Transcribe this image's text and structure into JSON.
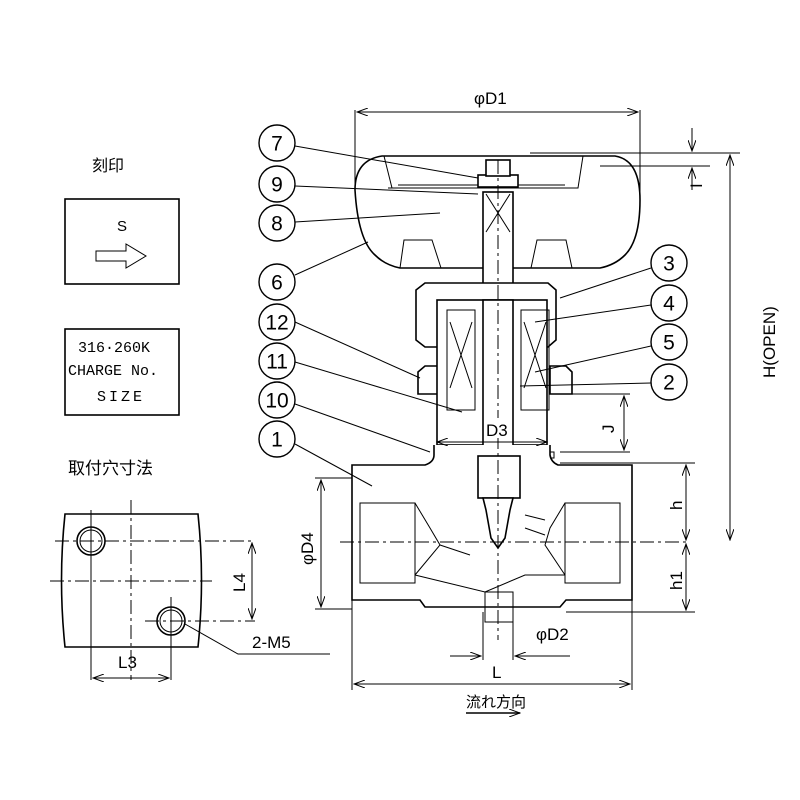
{
  "marking": {
    "title": "刻印",
    "flow_letter": "S",
    "plate_lines": [
      "316·260K",
      "CHARGE No.",
      "SIZE"
    ]
  },
  "mounting": {
    "title": "取付穴寸法",
    "dim_l4": "L4",
    "dim_l3": "L3",
    "hole_callout": "2-M5"
  },
  "dimensions": {
    "d1": "φD1",
    "h_open": "H(OPEN)",
    "top_small": "I",
    "j": "J",
    "h": "h",
    "h1": "h1",
    "d4": "φD4",
    "d3": "D3",
    "d2": "φD2",
    "l": "L",
    "flow_direction": "流れ方向"
  },
  "balloons": {
    "left": [
      "7",
      "9",
      "8",
      "6",
      "12",
      "11",
      "10",
      "1"
    ],
    "right": [
      "3",
      "4",
      "5",
      "2"
    ]
  }
}
